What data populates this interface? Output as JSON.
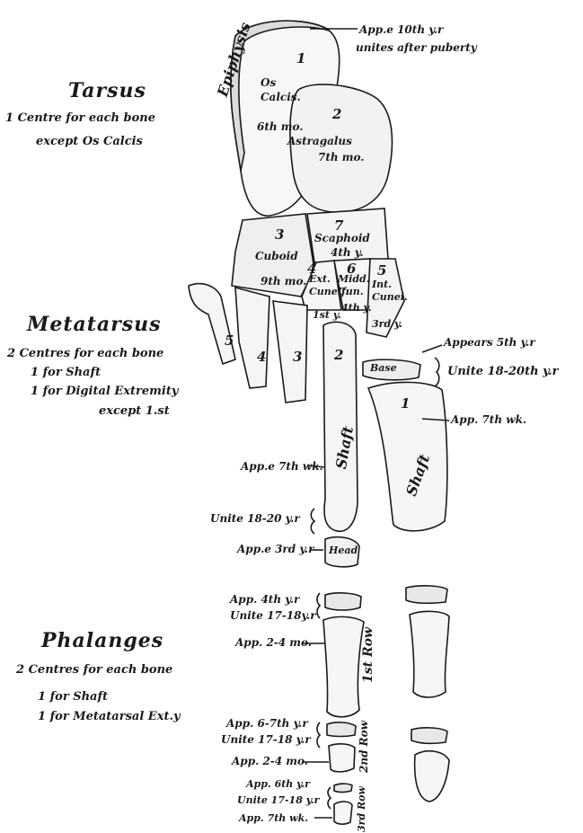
{
  "sections": {
    "tarsus": {
      "title": "Tarsus",
      "line1": "1 Centre for each bone",
      "line2": "except Os Calcis"
    },
    "metatarsus": {
      "title": "Metatarsus",
      "line1": "2 Centres for each bone",
      "line2": "1 for Shaft",
      "line3": "1 for Digital Extremity",
      "line4": "except 1.st"
    },
    "phalanges": {
      "title": "Phalanges",
      "line1": "2 Centres for each bone",
      "line2": "1 for Shaft",
      "line3": "1 for Metatarsal Ext.y"
    }
  },
  "bones": {
    "epiphysis": "Epiphysis",
    "os_calcis_num": "1",
    "os_calcis": "Os Calcis.",
    "os_calcis_age": "6th mo.",
    "astragalus_num": "2",
    "astragalus": "Astragalus",
    "astragalus_age": "7th mo.",
    "cuboid_num": "3",
    "cuboid": "Cuboid",
    "cuboid_age": "9th mo.",
    "scaphoid_num": "7",
    "scaphoid": "Scaphoid",
    "scaphoid_age": "4th y.",
    "ext_cun_num": "4",
    "ext_cun": "Ext. Cuneif.",
    "ext_cun_age": "1st y.",
    "midd_cun_num": "6",
    "midd_cun": "Midd. Cun.",
    "midd_cun_age": "4th y.",
    "int_cun_num": "5",
    "int_cun": "Int. Cunei.",
    "int_cun_age": "3rd y.",
    "meta_5": "5",
    "meta_4": "4",
    "meta_3": "3",
    "meta_2": "2",
    "meta_1": "1",
    "shaft": "Shaft",
    "shaft_1": "Shaft",
    "base": "Base",
    "head": "Head"
  },
  "annotations": {
    "epiphysis_app": "App.e 10th y.r",
    "epiphysis_unite": "unites after puberty",
    "base_appears": "Appears 5th y.r",
    "base_unite": "Unite 18-20th y.r",
    "meta1_app": "App. 7th wk.",
    "meta_shaft_app": "App.e 7th wk.",
    "meta_unite": "Unite 18-20 y.r",
    "meta_head_app": "App.e 3rd y.r",
    "ph1_app": "App. 4th y.r",
    "ph1_unite": "Unite 17-18y.r",
    "ph1_shaft": "App. 2-4 mo.",
    "row1": "1st Row",
    "ph2_app": "App. 6-7th y.r",
    "ph2_unite": "Unite 17-18 y.r",
    "ph2_shaft": "App. 2-4 mo.",
    "row2": "2nd Row",
    "ph3_app": "App. 6th y.r",
    "ph3_unite": "Unite 17-18 y.r",
    "ph3_shaft": "App. 7th wk.",
    "row3": "3rd Row"
  }
}
